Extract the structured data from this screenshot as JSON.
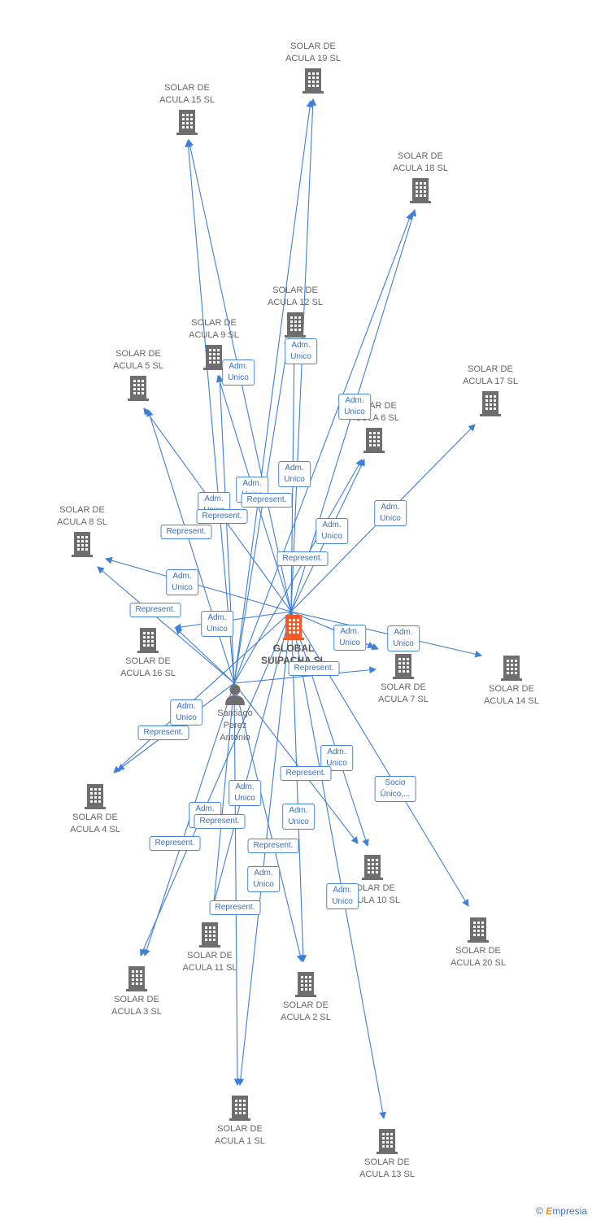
{
  "companies": [
    {
      "id": "c19",
      "label": "SOLAR DE\nACULA 19 SL"
    },
    {
      "id": "c15",
      "label": "SOLAR DE\nACULA 15 SL"
    },
    {
      "id": "c18",
      "label": "SOLAR DE\nACULA 18 SL"
    },
    {
      "id": "c12",
      "label": "SOLAR DE\nACULA 12 SL"
    },
    {
      "id": "c9",
      "label": "SOLAR DE\nACULA 9 SL"
    },
    {
      "id": "c5",
      "label": "SOLAR DE\nACULA 5 SL"
    },
    {
      "id": "c17",
      "label": "SOLAR DE\nACULA 17 SL"
    },
    {
      "id": "c6",
      "label": "SOLAR DE\nACULA 6 SL"
    },
    {
      "id": "c8",
      "label": "SOLAR DE\nACULA 8 SL"
    },
    {
      "id": "c16",
      "label": "SOLAR DE\nACULA 16 SL"
    },
    {
      "id": "c7",
      "label": "SOLAR DE\nACULA 7 SL"
    },
    {
      "id": "c14",
      "label": "SOLAR DE\nACULA 14 SL"
    },
    {
      "id": "c4",
      "label": "SOLAR DE\nACULA 4 SL"
    },
    {
      "id": "c10",
      "label": "SOLAR DE\nACULA 10 SL"
    },
    {
      "id": "c20",
      "label": "SOLAR DE\nACULA 20 SL"
    },
    {
      "id": "c11",
      "label": "SOLAR DE\nACULA 11 SL"
    },
    {
      "id": "c3",
      "label": "SOLAR DE\nACULA 3 SL"
    },
    {
      "id": "c2",
      "label": "SOLAR DE\nACULA 2 SL"
    },
    {
      "id": "c1",
      "label": "SOLAR DE\nACULA 1 SL"
    },
    {
      "id": "c13",
      "label": "SOLAR DE\nACULA 13 SL"
    }
  ],
  "center": {
    "id": "global",
    "label": "GLOBAL\nSUIPACHA SL"
  },
  "person": {
    "id": "person",
    "label": "Santiago\nPerez\nAntonio"
  },
  "relations": [
    {
      "id": "r1",
      "text": "Adm.\nUnico"
    },
    {
      "id": "r2",
      "text": "Adm.\nUnico"
    },
    {
      "id": "r3",
      "text": "Adm.\nUnico"
    },
    {
      "id": "r4",
      "text": "Adm.\nUnico"
    },
    {
      "id": "r5",
      "text": "Adm.\nUnico"
    },
    {
      "id": "r6",
      "text": "Represent."
    },
    {
      "id": "r7",
      "text": "Adm.\nUnico"
    },
    {
      "id": "r8",
      "text": "Represent."
    },
    {
      "id": "r9",
      "text": "Adm.\nUnico"
    },
    {
      "id": "r10",
      "text": "Represent."
    },
    {
      "id": "r11",
      "text": "Adm.\nUnico"
    },
    {
      "id": "r12",
      "text": "Represent."
    },
    {
      "id": "r13",
      "text": "Adm.\nUnico"
    },
    {
      "id": "r14",
      "text": "Represent."
    },
    {
      "id": "r15",
      "text": "Adm.\nUnico"
    },
    {
      "id": "r16",
      "text": "Adm.\nUnico"
    },
    {
      "id": "r17",
      "text": "Adm.\nUnico"
    },
    {
      "id": "r18",
      "text": "Represent."
    },
    {
      "id": "r19",
      "text": "Adm.\nUnico"
    },
    {
      "id": "r20",
      "text": "Represent."
    },
    {
      "id": "r21",
      "text": "Adm.\nUnico"
    },
    {
      "id": "r22",
      "text": "Represent."
    },
    {
      "id": "r23",
      "text": "Socio\nÚnico,..."
    },
    {
      "id": "r24",
      "text": "Adm.\nUnico"
    },
    {
      "id": "r25",
      "text": "Adm.\nUnico"
    },
    {
      "id": "r26",
      "text": "Represent."
    },
    {
      "id": "r27",
      "text": "Adm.\nUnico"
    },
    {
      "id": "r28",
      "text": "Represent."
    },
    {
      "id": "r29",
      "text": "Represent."
    },
    {
      "id": "r30",
      "text": "Adm.\nUnico"
    },
    {
      "id": "r31",
      "text": "Represent."
    },
    {
      "id": "r32",
      "text": "Adm.\nUnico"
    }
  ],
  "colors": {
    "edge": "#3f7fd8",
    "building": "#6e6e6e",
    "center_building": "#f05a28",
    "person": "#6e6e6e"
  },
  "footer": {
    "copyright": "©",
    "brand_e": "E",
    "brand_rest": "mpresia"
  }
}
